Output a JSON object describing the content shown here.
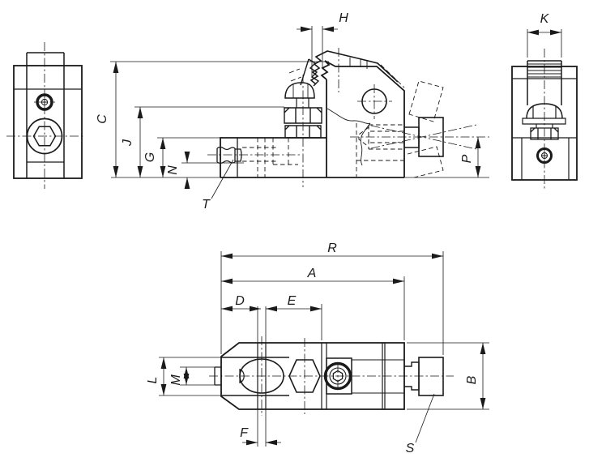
{
  "drawing": {
    "background": "#ffffff",
    "line_color": "#1a1a1a",
    "dimension_labels": {
      "H": "H",
      "K": "K",
      "C": "C",
      "J": "J",
      "G": "G",
      "N": "N",
      "T": "T",
      "P": "P",
      "R": "R",
      "A": "A",
      "D": "D",
      "E": "E",
      "L": "L",
      "M": "M",
      "F": "F",
      "S": "S",
      "B": "B"
    }
  }
}
